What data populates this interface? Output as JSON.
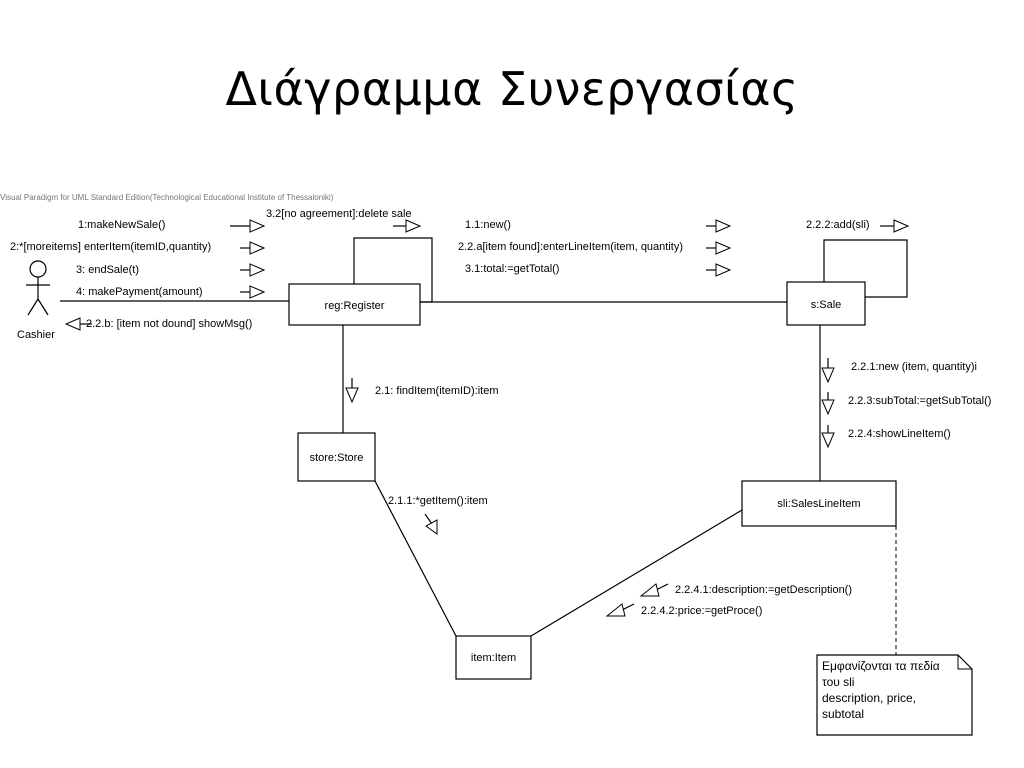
{
  "title": "Διάγραμμα Συνεργασίας",
  "watermark": "Visual Paradigm for UML Standard Edition(Technological Educational Institute of Thessaloniki)",
  "actor": {
    "label": "Cashier"
  },
  "objects": {
    "register": "reg:Register",
    "sale": "s:Sale",
    "store": "store:Store",
    "sli": "sli:SalesLineItem",
    "item": "item:Item"
  },
  "messages": {
    "m1": "1:makeNewSale()",
    "m2": "2:*[moreitems] enterItem(itemID,quantity)",
    "m3": "3: endSale(t)",
    "m4": "4: makePayment(amount)",
    "m22b": "2.2.b: [item not dound] showMsg()",
    "m32": "3.2[no agreement]:delete sale",
    "m11": "1.1:new()",
    "m22a": "2.2.a[item found]:enterLineItem(item, quantity)",
    "m31": "3.1:total:=getTotal()",
    "m222": "2.2.2:add(sli)",
    "m21": "2.1: findItem(itemID):item",
    "m221": "2.2.1:new (item, quantity)i",
    "m223": "2.2.3:subTotal:=getSubTotal()",
    "m224": "2.2.4:showLineItem()",
    "m211": "2.1.1:*getItem():item",
    "m2241": "2.2.4.1:description:=getDescription()",
    "m2242": "2.2.4.2:price:=getProce()"
  },
  "note": {
    "lines": [
      "Εμφανίζονται τα πεδία",
      "του sli",
      "description, price,",
      "subtotal"
    ]
  }
}
